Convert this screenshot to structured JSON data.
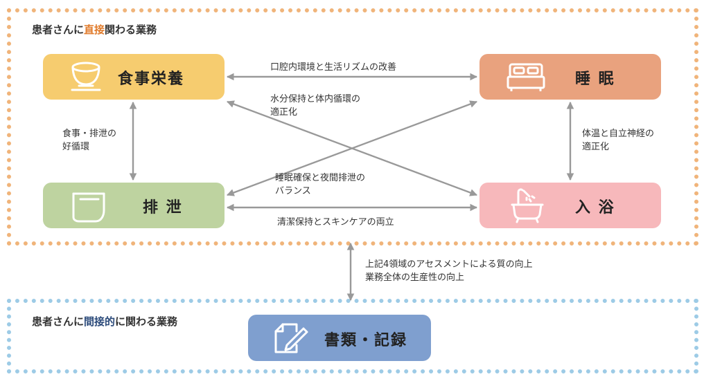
{
  "direct_section": {
    "title_prefix": "患者さんに",
    "title_highlight": "直接",
    "title_suffix": "関わる業務"
  },
  "indirect_section": {
    "title_prefix": "患者さんに",
    "title_highlight": "間接的",
    "title_suffix": "に関わる業務"
  },
  "boxes": {
    "meal": "食事栄養",
    "sleep": "睡 眠",
    "excretion": "排 泄",
    "bathing": "入 浴",
    "records": "書類・記録"
  },
  "relations": {
    "meal_sleep": "口腔内環境と生活リズムの改善",
    "meal_bath_line1": "水分保持と体内循環の",
    "meal_bath_line2": "適正化",
    "meal_excretion_line1": "食事・排泄の",
    "meal_excretion_line2": "好循環",
    "sleep_bath_line1": "体温と自立神経の",
    "sleep_bath_line2": "適正化",
    "sleep_excretion_line1": "睡眠確保と夜間排泄の",
    "sleep_excretion_line2": "バランス",
    "excretion_bath": "清潔保持とスキンケアの両立",
    "direct_indirect_line1": "上記4領域のアセスメントによる質の向上",
    "direct_indirect_line2": "業務全体の生産性の向上"
  },
  "colors": {
    "direct_border": "#f0b47a",
    "indirect_border": "#9dcbe6",
    "meal": "#f6cc6f",
    "sleep": "#e9a27e",
    "excretion": "#bed3a0",
    "bathing": "#f7b8bb",
    "records": "#7f9fcf",
    "arrow": "#999999"
  },
  "icons": {
    "meal": "rice-bowl-icon",
    "sleep": "bed-icon",
    "excretion": "toilet-icon",
    "bathing": "bathtub-icon",
    "records": "document-pen-icon"
  }
}
